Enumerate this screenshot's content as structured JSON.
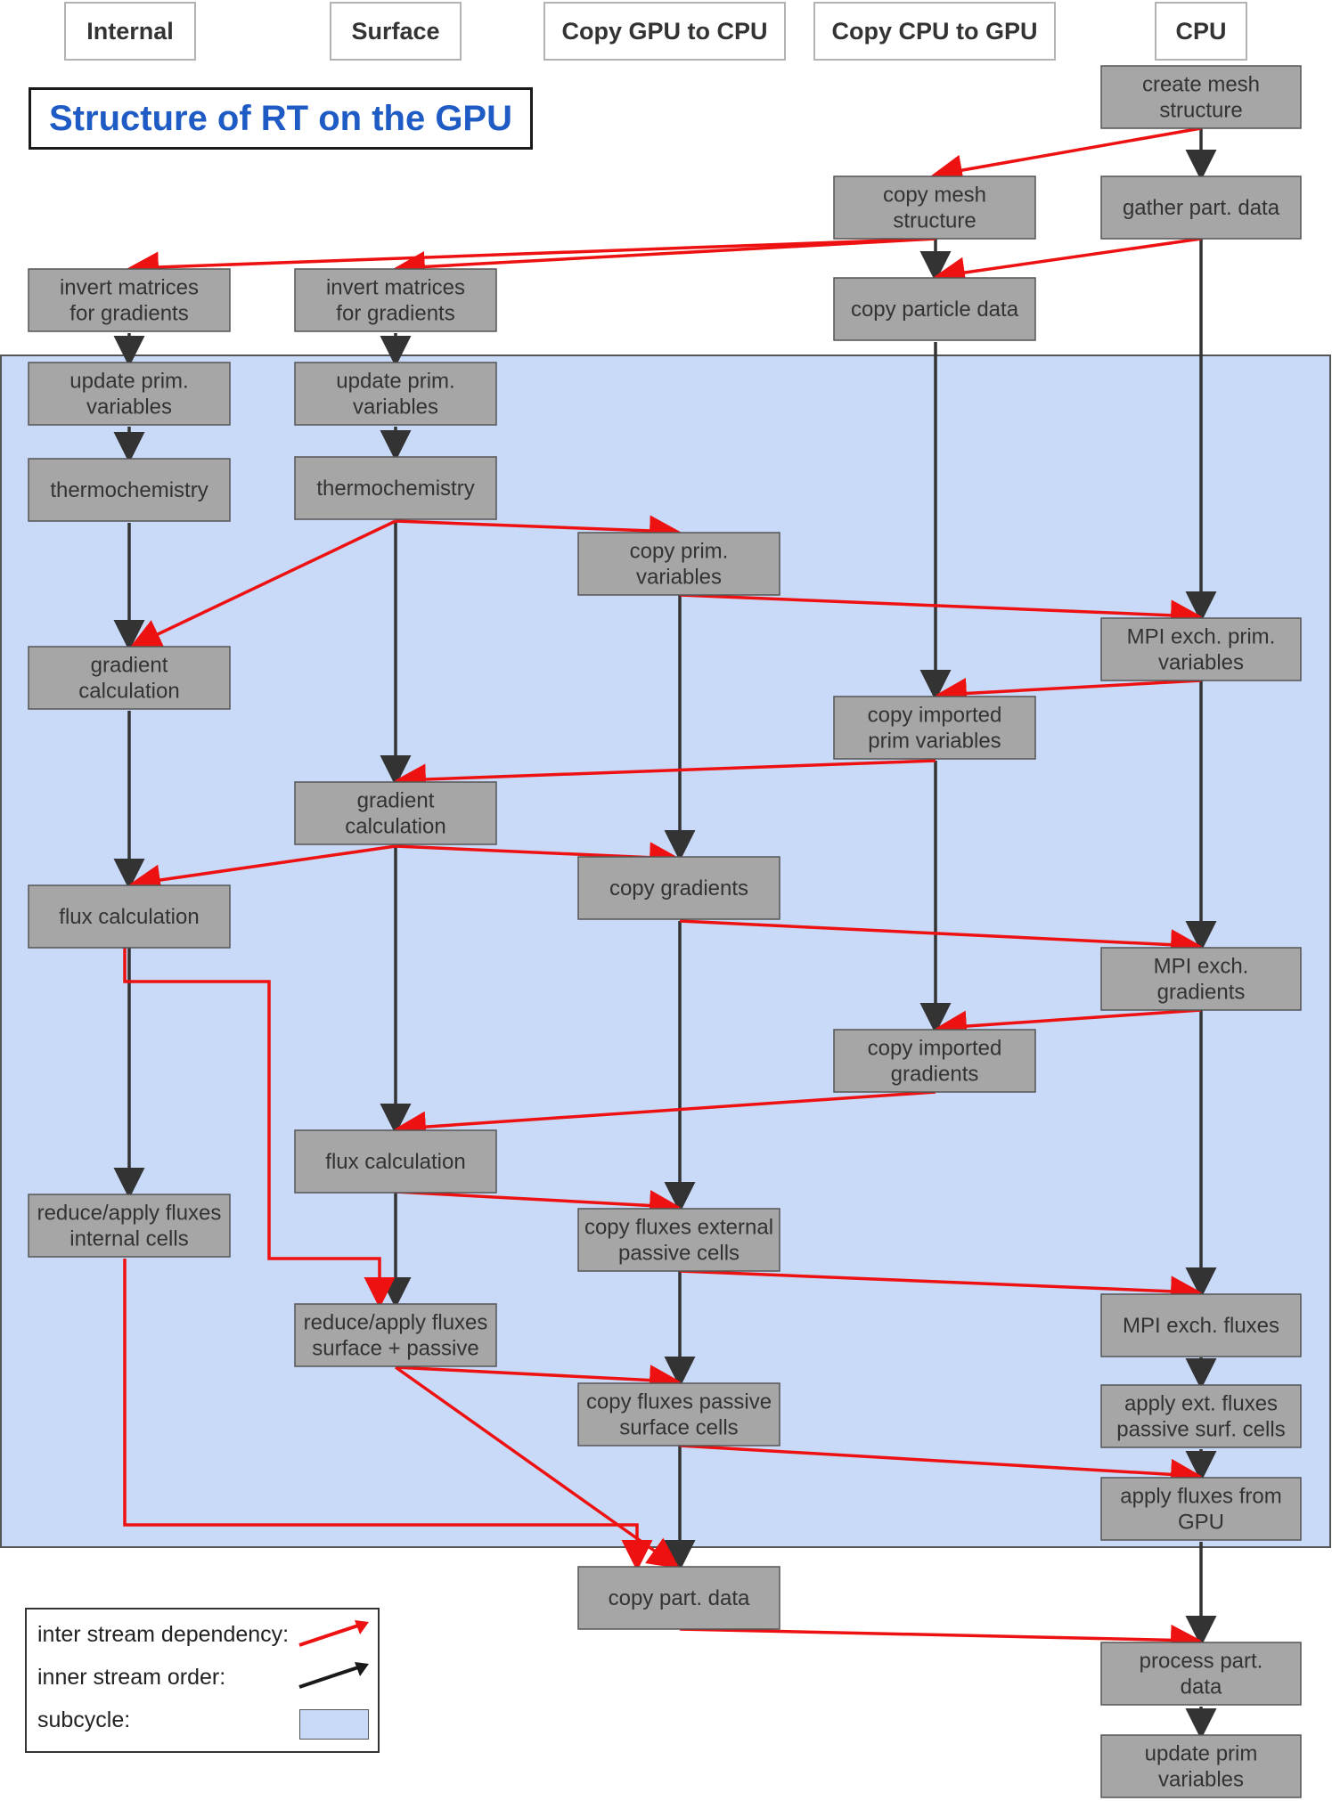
{
  "title": "Structure of RT on the GPU",
  "streams": [
    "Internal",
    "Surface",
    "Copy GPU to CPU",
    "Copy CPU to GPU",
    "CPU"
  ],
  "nodes": {
    "create_mesh": [
      "create mesh",
      "structure"
    ],
    "copy_mesh": [
      "copy mesh",
      "structure"
    ],
    "gather_part": [
      "gather part. data"
    ],
    "invert_int": [
      "invert matrices",
      "for gradients"
    ],
    "invert_surf": [
      "invert matrices",
      "for gradients"
    ],
    "copy_particle": [
      "copy particle data"
    ],
    "update_int": [
      "update prim.",
      "variables"
    ],
    "update_surf": [
      "update prim.",
      "variables"
    ],
    "thermo_int": [
      "thermochemistry"
    ],
    "thermo_surf": [
      "thermochemistry"
    ],
    "copy_prim": [
      "copy prim.",
      "variables"
    ],
    "mpi_prim": [
      "MPI exch. prim.",
      "variables"
    ],
    "grad_int": [
      "gradient",
      "calculation"
    ],
    "copy_imp_prim": [
      "copy imported",
      "prim variables"
    ],
    "grad_surf": [
      "gradient",
      "calculation"
    ],
    "flux_int": [
      "flux calculation"
    ],
    "copy_grad": [
      "copy gradients"
    ],
    "mpi_grad": [
      "MPI exch.",
      "gradients"
    ],
    "copy_imp_grad": [
      "copy imported",
      "gradients"
    ],
    "flux_surf": [
      "flux calculation"
    ],
    "reduce_int": [
      "reduce/apply fluxes",
      "internal cells"
    ],
    "copy_flux_ext": [
      "copy fluxes external",
      "passive cells"
    ],
    "mpi_flux": [
      "MPI exch. fluxes"
    ],
    "reduce_surf": [
      "reduce/apply fluxes",
      "surface + passive"
    ],
    "copy_flux_pass": [
      "copy fluxes passive",
      "surface cells"
    ],
    "apply_ext": [
      "apply ext. fluxes",
      "passive surf. cells"
    ],
    "apply_gpu": [
      "apply fluxes from",
      "GPU"
    ],
    "copy_part": [
      "copy part. data"
    ],
    "process_part": [
      "process part.",
      "data"
    ],
    "update_prim_cpu": [
      "update prim",
      "variables"
    ]
  },
  "legend": {
    "inter_stream": "inter stream dependency:",
    "inner_stream": "inner stream order:",
    "subcycle": "subcycle:"
  },
  "colors": {
    "inter_stream_arrow": "#ee1111",
    "inner_stream_arrow": "#333333",
    "node_fill": "#a6a6a6",
    "subcycle_fill": "#c9daf8",
    "title_text": "#1f5bc4"
  }
}
